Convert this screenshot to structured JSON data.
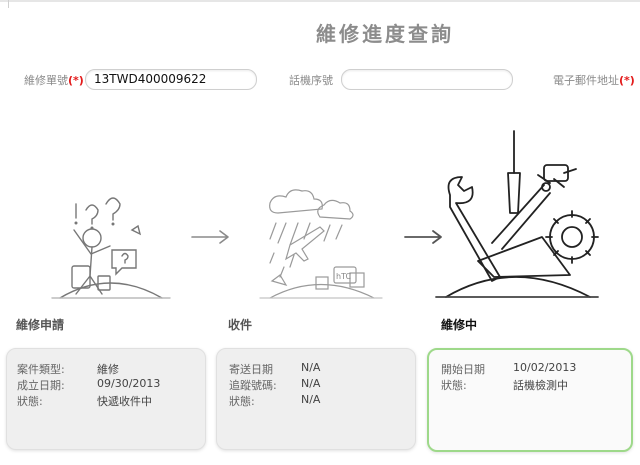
{
  "page_title": "維修進度查詢",
  "form": {
    "repair_no_label": "維修單號",
    "repair_no_required": "(*)",
    "repair_no_value": "13TWD400009622",
    "serial_label": "話機序號",
    "serial_value": "",
    "email_label": "電子郵件地址",
    "email_required": "(*)"
  },
  "steps": [
    {
      "label": "維修申請"
    },
    {
      "label": "收件"
    },
    {
      "label": "維修中"
    }
  ],
  "cards": [
    {
      "rows": [
        {
          "key": "案件類型:",
          "value": "維修"
        },
        {
          "key": "成立日期:",
          "value": "09/30/2013"
        },
        {
          "key": "狀態:",
          "value": "快遞收件中"
        }
      ]
    },
    {
      "rows": [
        {
          "key": "寄送日期",
          "value": "N/A"
        },
        {
          "key": "追蹤號碼:",
          "value": "N/A"
        },
        {
          "key": "狀態:",
          "value": "N/A"
        }
      ]
    },
    {
      "rows": [
        {
          "key": "開始日期",
          "value": "10/02/2013"
        },
        {
          "key": "狀態:",
          "value": "話機檢測中"
        }
      ]
    }
  ]
}
